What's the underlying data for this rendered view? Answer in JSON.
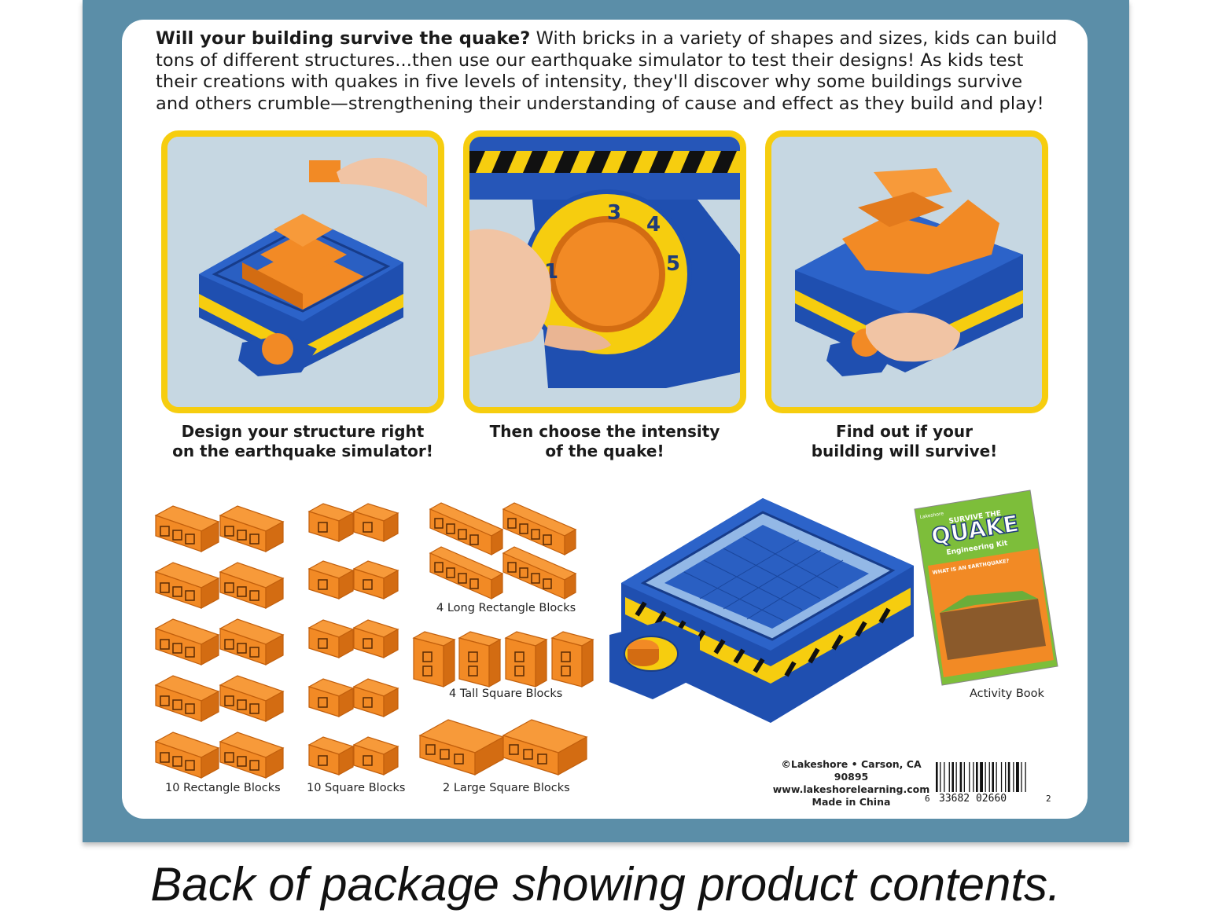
{
  "intro": {
    "lead": "Will your building survive the quake?",
    "body": " With bricks in a variety of shapes and sizes, kids can build tons of different structures...then use our earthquake simulator to test their designs! As kids test their creations with quakes in five levels of intensity, they'll discover why some buildings survive and others crumble—strengthening their understanding of cause and effect as they build and play!"
  },
  "steps": [
    {
      "line1": "Design your structure right",
      "line2": "on the earthquake simulator!"
    },
    {
      "line1": "Then choose the intensity",
      "line2": "of the quake!"
    },
    {
      "line1": "Find out if your",
      "line2": "building will survive!"
    }
  ],
  "dial_numbers": [
    "1",
    "3",
    "4",
    "5"
  ],
  "parts": {
    "rectangle": "10 Rectangle Blocks",
    "square": "10 Square Blocks",
    "long_rectangle": "4 Long Rectangle Blocks",
    "tall_square": "4 Tall Square Blocks",
    "large_square": "2 Large Square Blocks",
    "activity_book": "Activity Book"
  },
  "book": {
    "brand": "Lakeshore",
    "survive": "SURVIVE THE",
    "title": "QUAKE",
    "subtitle": "Engineering Kit",
    "section": "WHAT IS AN EARTHQUAKE?"
  },
  "legal": {
    "line1": "©Lakeshore • Carson, CA 90895",
    "line2": "www.lakeshorelearning.com",
    "line3": "Made in China"
  },
  "barcode": {
    "left": "6",
    "middle": "33682 02660",
    "right": "2"
  },
  "caption": "Back of package showing product contents.",
  "colors": {
    "frame": "#5b8ea8",
    "highlight": "#f6cd0f",
    "brick": "#f28a25",
    "base": "#1f4fb0"
  }
}
